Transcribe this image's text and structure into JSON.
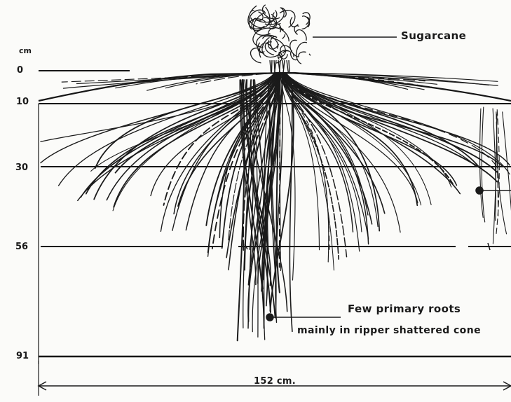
{
  "diagram": {
    "depth_unit": "cm",
    "depth_labels": [
      "0",
      "10",
      "30",
      "56",
      "91"
    ],
    "plant_label": "Sugarcane",
    "root_note_line1": "Few primary roots",
    "root_note_line2": "mainly in ripper shattered cone",
    "width_label": "152 cm."
  }
}
